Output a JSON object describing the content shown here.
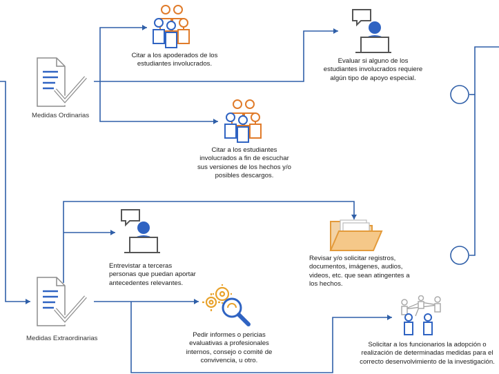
{
  "colors": {
    "line": "#2f5fa8",
    "blue": "#2f63c2",
    "orange": "#e07b2a",
    "gold": "#e8a22c",
    "grey": "#8c8c8c",
    "folder": "#e39a3a"
  },
  "ordinary": {
    "label": "Medidas Ordinarias",
    "icon": "checklist-document-icon",
    "steps": [
      {
        "icon": "group-people-icon",
        "text": "Citar a los apoderados de los estudiantes involucrados."
      },
      {
        "icon": "person-speech-bubble-icon",
        "text": "Evaluar si alguno de los estudiantes involucrados requiere algún tipo de apoyo especial."
      },
      {
        "icon": "group-people-icon",
        "text": "Citar a los estudiantes involucrados a fin de escuchar sus versiones de los hechos y/o posibles descargos."
      }
    ]
  },
  "extraordinary": {
    "label": "Medidas Extraordinarias",
    "icon": "checklist-document-icon",
    "steps": [
      {
        "icon": "person-speech-bubble-icon",
        "text": "Entrevistar a terceras personas que puedan aportar antecedentes relevantes."
      },
      {
        "icon": "open-folder-icon",
        "text": "Revisar y/o solicitar registros, documentos, imágenes, audios, videos, etc. que sean atingentes a los hechos."
      },
      {
        "icon": "gears-magnifier-icon",
        "text": "Pedir informes o pericias evaluativas a profesionales internos, consejo o comité de convivencia, u otro."
      },
      {
        "icon": "people-network-icon",
        "text": "Solicitar a los funcionarios la adopción o realización de determinadas medidas para el correcto desenvolvimiento de la investigación."
      }
    ]
  }
}
